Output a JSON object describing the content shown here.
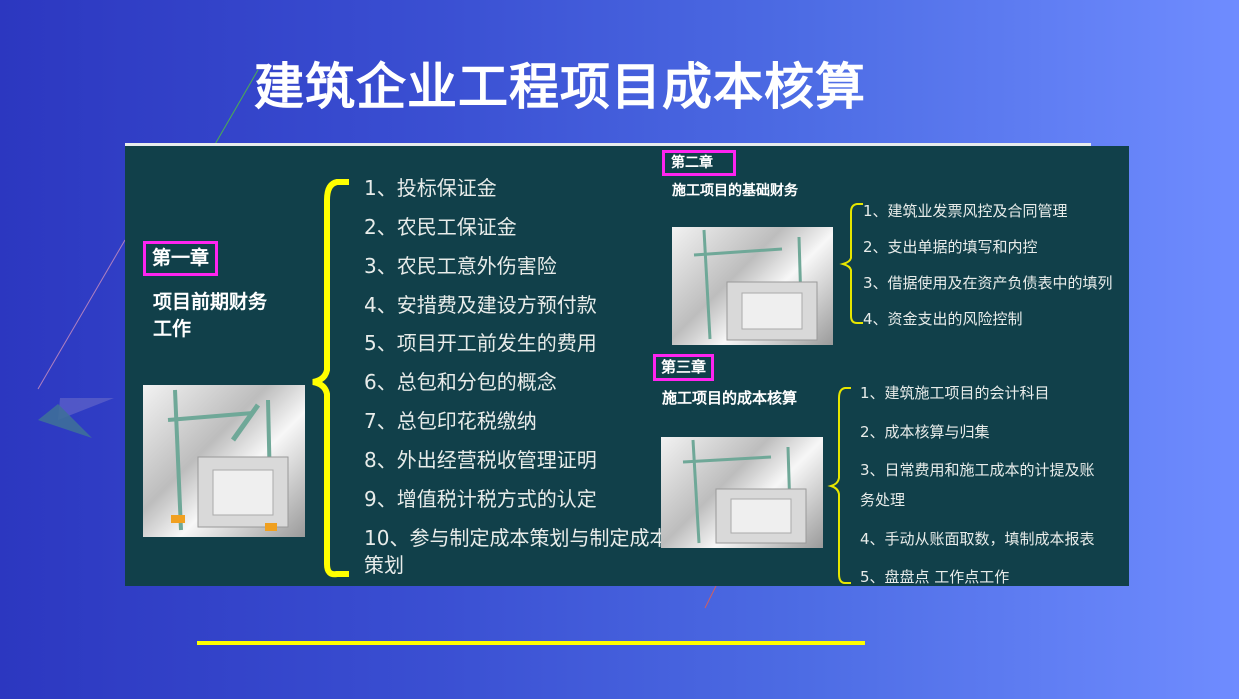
{
  "slide": {
    "title": "建筑企业工程项目成本核算",
    "colors": {
      "panel": "#11404a",
      "chip_border": "#ff24f0",
      "brace": "#ffff00",
      "underline": "#ffff00",
      "text": "#e8ecea"
    }
  },
  "chapter1": {
    "badge": "第一章",
    "title_line1": "项目前期财务",
    "title_line2": "工作",
    "image": "construction-crane-illustration",
    "items": [
      "1、投标保证金",
      "2、农民工保证金",
      "3、农民工意外伤害险",
      "4、安措费及建设方预付款",
      "5、项目开工前发生的费用",
      "6、总包和分包的概念",
      "7、总包印花税缴纳",
      "8、外出经营税收管理证明",
      "9、增值税计税方式的认定",
      "10、参与制定成本策划与制定成本",
      "策划"
    ]
  },
  "chapter2": {
    "badge": "第二章",
    "title": "施工项目的基础财务",
    "image": "construction-crane-illustration",
    "items": [
      "1、建筑业发票风控及合同管理",
      "2、支出单据的填写和内控",
      "3、借据使用及在资产负债表中的填列",
      "4、资金支出的风险控制"
    ]
  },
  "chapter3": {
    "badge": "第三章",
    "title": "施工项目的成本核算",
    "image": "construction-crane-illustration",
    "items": [
      "1、建筑施工项目的会计科目",
      "2、成本核算与归集",
      "3、日常费用和施工成本的计提及账",
      "务处理",
      "4、手动从账面取数，填制成本报表",
      "5、盘盘点 工作点工作"
    ]
  }
}
